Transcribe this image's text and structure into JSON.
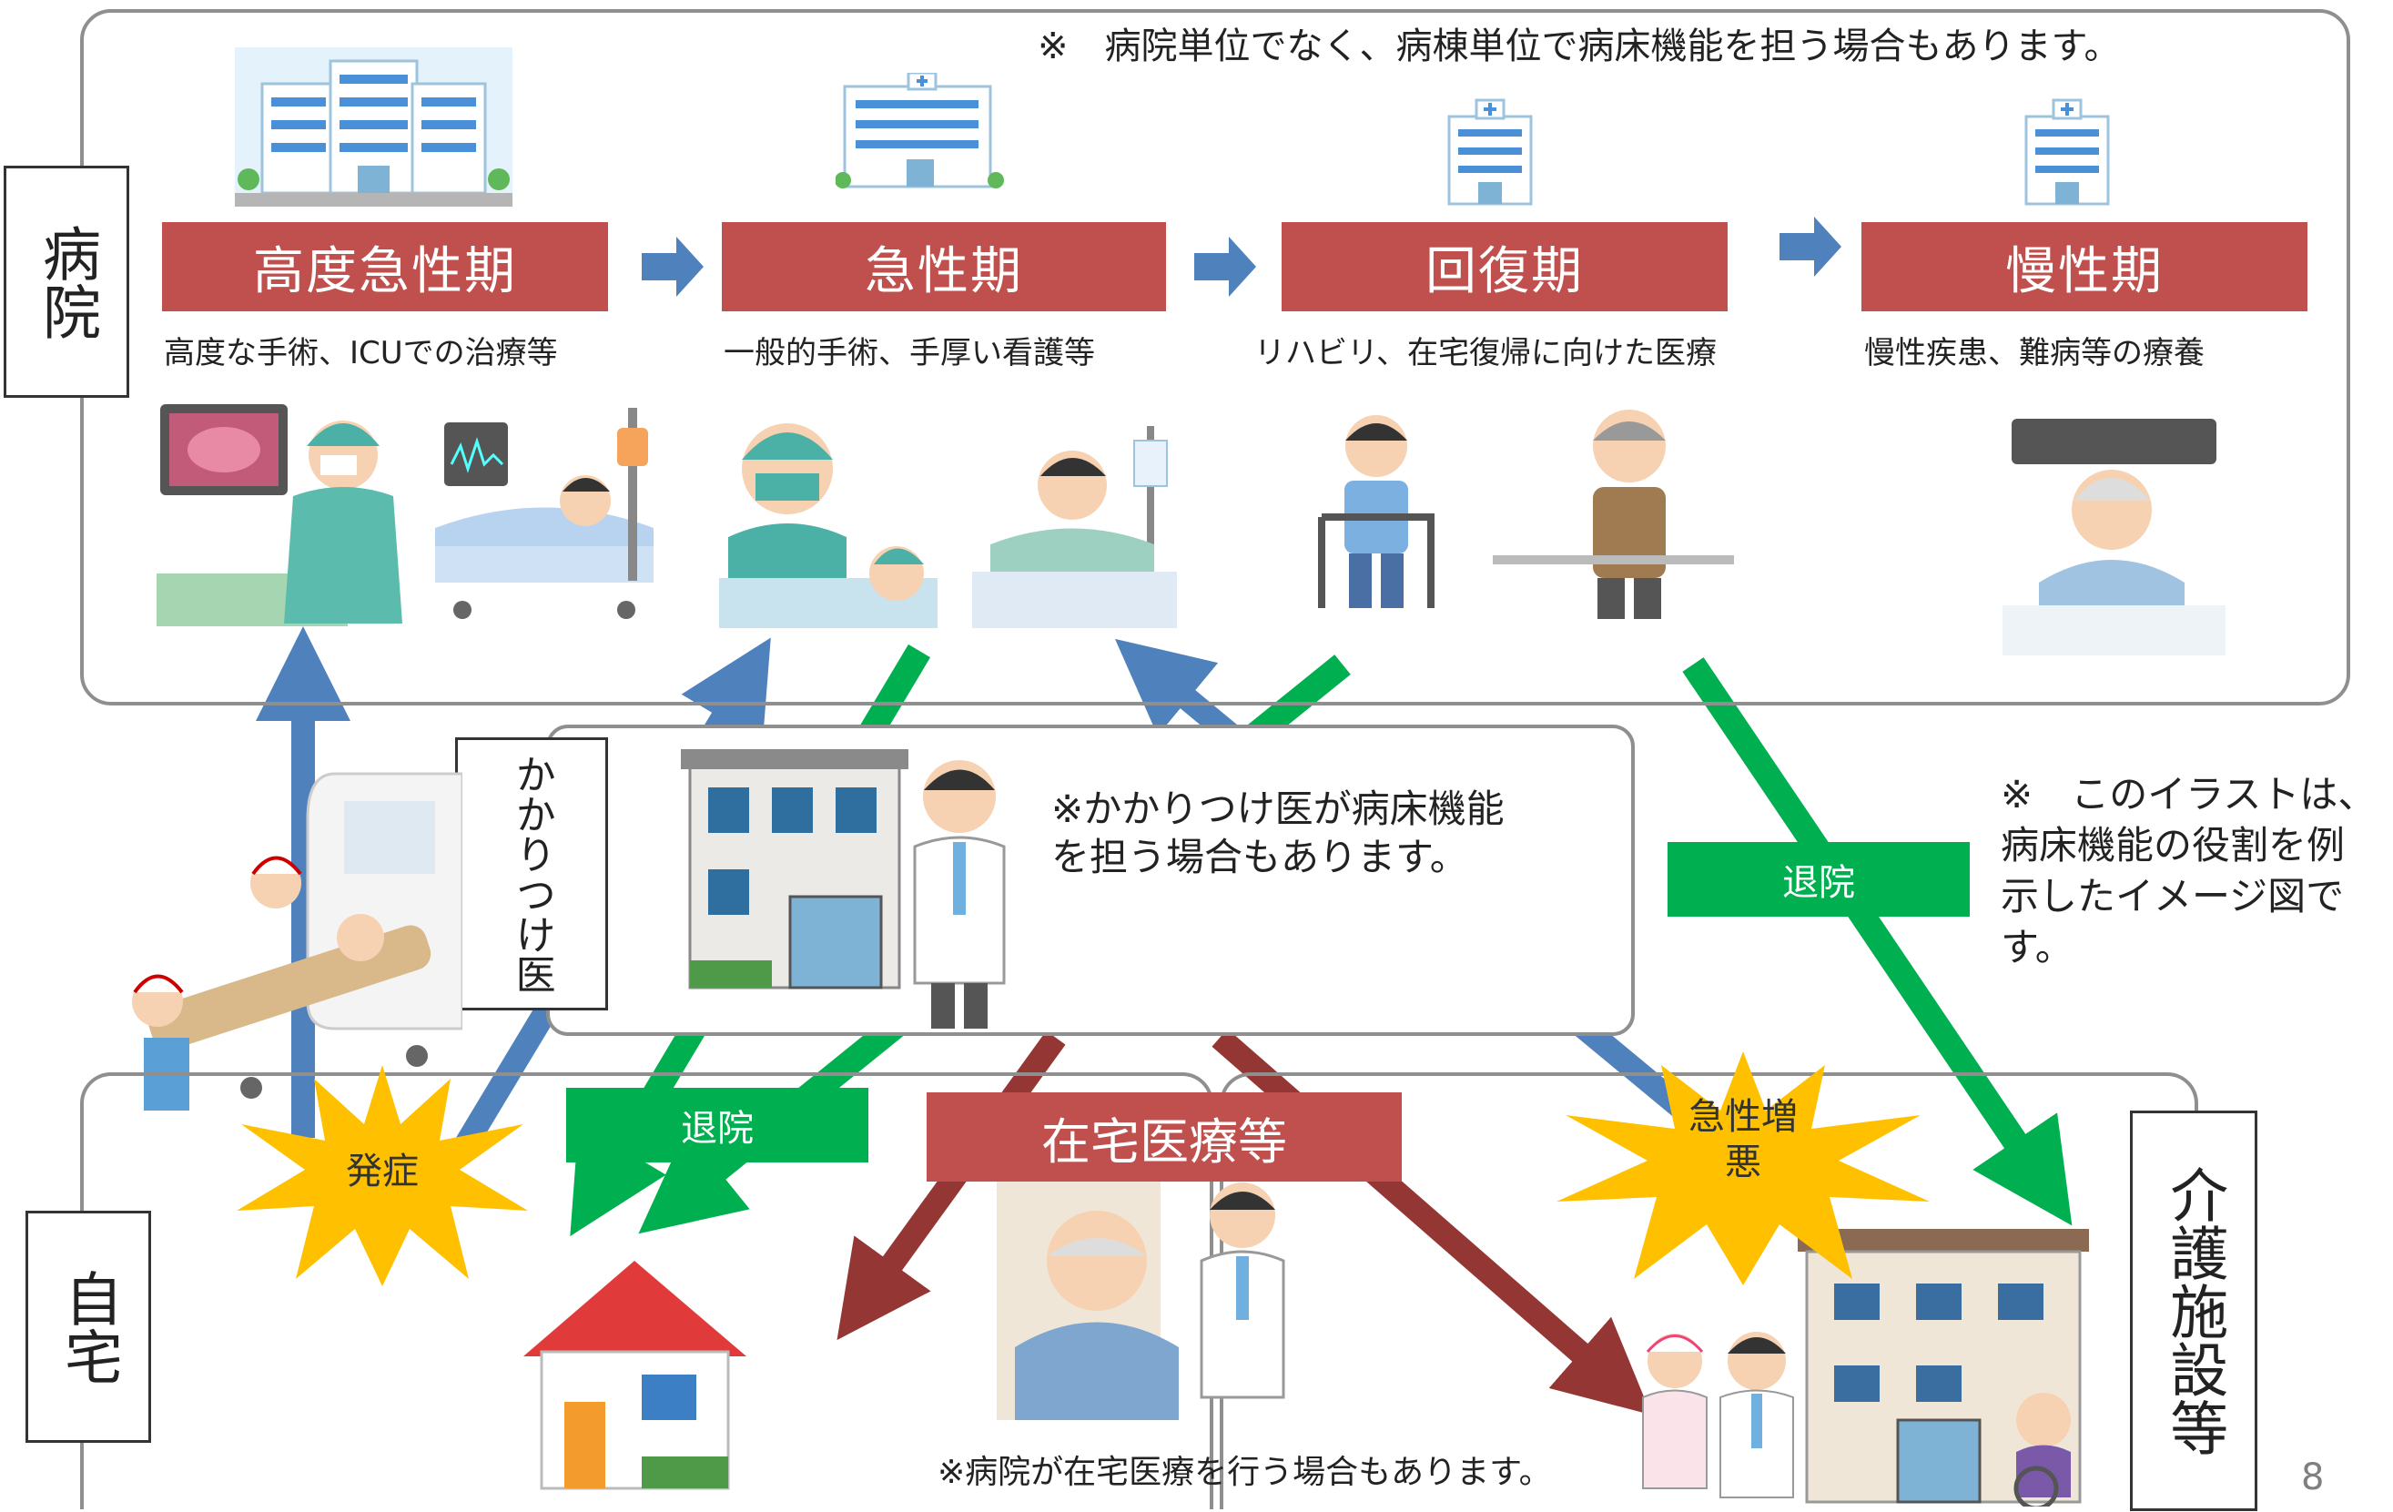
{
  "hospital": {
    "label": "病院",
    "top_note": "※　病院単位でなく、病棟単位で病床機能を担う場合もあります。",
    "stages": [
      {
        "name": "高度急性期",
        "desc": "高度な手術、ICUでの治療等"
      },
      {
        "name": "急性期",
        "desc": "一般的手術、手厚い看護等"
      },
      {
        "name": "回復期",
        "desc": "リハビリ、在宅復帰に向けた医療"
      },
      {
        "name": "慢性期",
        "desc": "慢性疾患、難病等の療養"
      }
    ]
  },
  "gp": {
    "label": "かかりつけ医",
    "note_line1": "※かかりつけ医が病床機能",
    "note_line2": "を担う場合もあります。"
  },
  "home": {
    "label": "自宅",
    "note": "※病院が在宅医療を行う場合もあります。"
  },
  "care_facility": {
    "label": "介護施設等"
  },
  "flows": {
    "discharge_label_right": "退院",
    "discharge_label_left": "退院",
    "home_care_label": "在宅医療等",
    "onset_label": "発症",
    "acute_exacerbation_line1": "急性増",
    "acute_exacerbation_line2": "悪"
  },
  "side_note": {
    "line1": "※　このイラストは、",
    "line2": "病床機能の役割を例",
    "line3": "示したイメージ図で",
    "line4": "す。"
  },
  "page_number": "8",
  "colors": {
    "stage_red": "#c0504d",
    "arrow_blue": "#4f81bd",
    "arrow_green": "#00b050",
    "arrow_darkred": "#943634",
    "burst_yellow": "#ffc000"
  }
}
